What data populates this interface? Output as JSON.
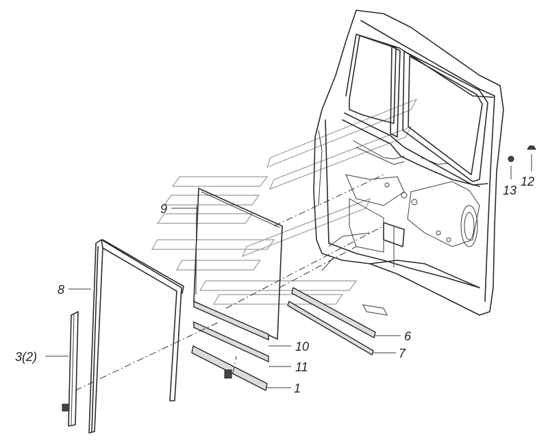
{
  "diagram": {
    "callouts": [
      {
        "id": "c9",
        "text": "9"
      },
      {
        "id": "c8",
        "text": "8"
      },
      {
        "id": "c3",
        "text": "3(2)"
      },
      {
        "id": "c10",
        "text": "10"
      },
      {
        "id": "c11",
        "text": "11"
      },
      {
        "id": "c1",
        "text": "1"
      },
      {
        "id": "c6",
        "text": "6"
      },
      {
        "id": "c7",
        "text": "7"
      },
      {
        "id": "c13",
        "text": "13"
      },
      {
        "id": "c12",
        "text": "12"
      }
    ]
  }
}
